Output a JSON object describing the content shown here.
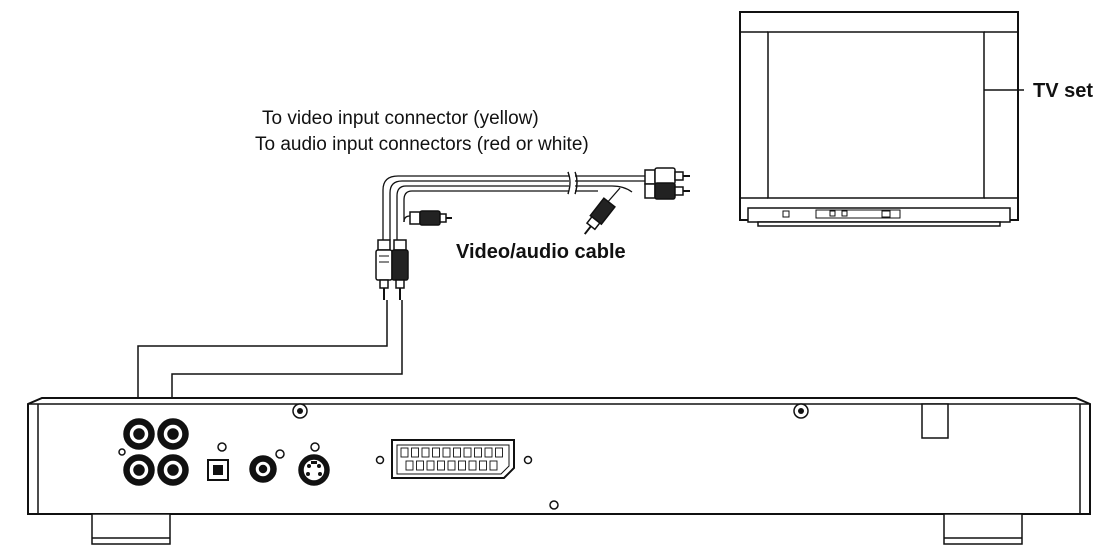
{
  "labels": {
    "video_connector": "To video input connector (yellow)",
    "audio_connectors": "To audio input connectors (red or white)",
    "cable": "Video/audio cable",
    "tv_set": "TV set"
  },
  "colors": {
    "line": "#111111",
    "fill": "#ffffff",
    "dark": "#222222",
    "gray": "#888888"
  }
}
